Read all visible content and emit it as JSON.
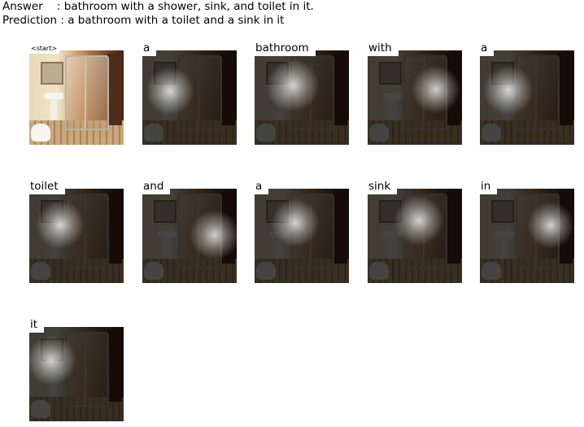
{
  "header": {
    "answer_label": "Answer",
    "answer_sep": "    : ",
    "answer_text": "bathroom with a shower, sink, and toilet in it.",
    "prediction_label": "Prediction",
    "prediction_sep": " : ",
    "prediction_text": "a bathroom with a toilet and a sink in it"
  },
  "tokens": [
    "<start>",
    "a",
    "bathroom",
    "with",
    "a",
    "toilet",
    "and",
    "a",
    "sink",
    "in",
    "it"
  ]
}
